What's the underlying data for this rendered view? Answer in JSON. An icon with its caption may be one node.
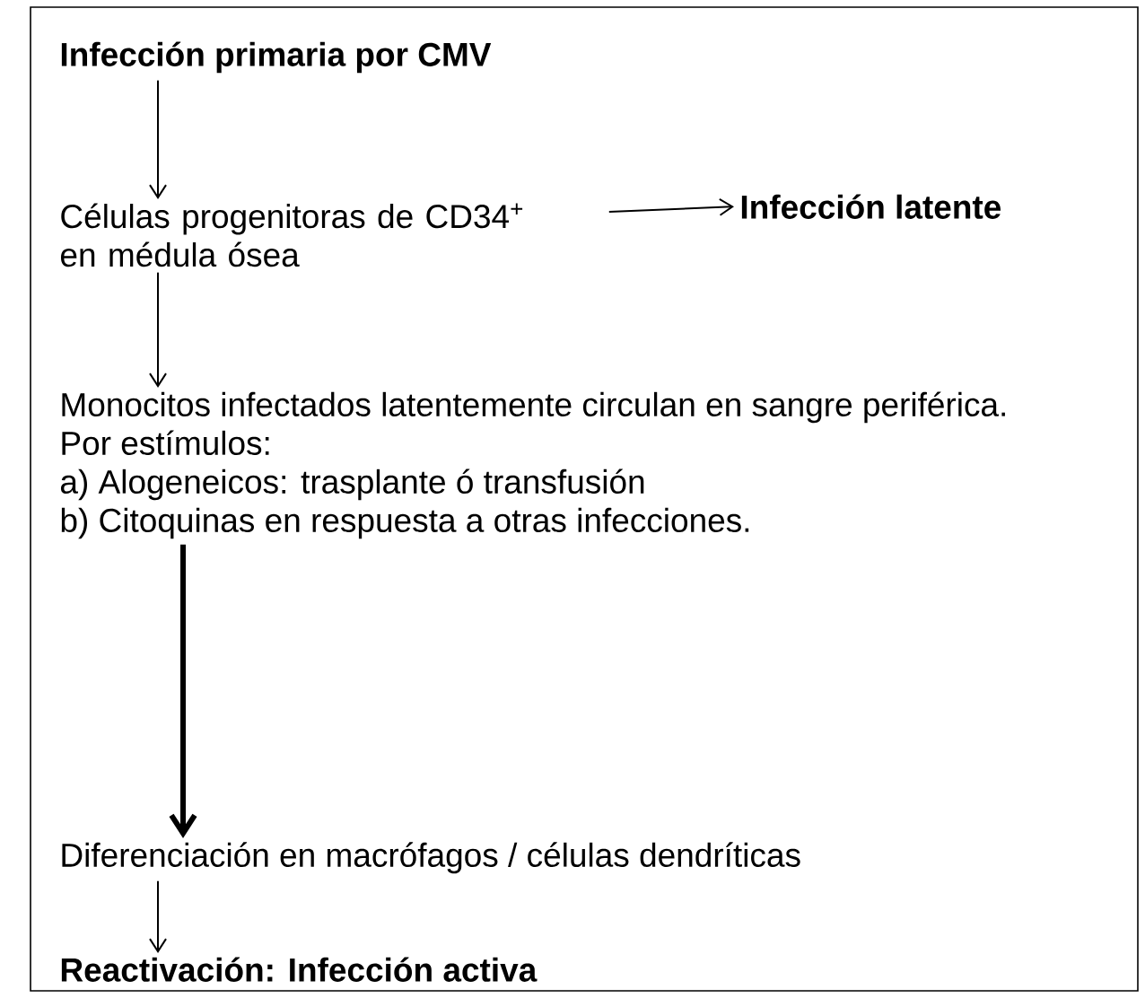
{
  "diagram": {
    "nodes": [
      {
        "text": [
          "Infección primaria por CMV"
        ]
      },
      {
        "text": [
          "Células progenitoras de CD34$^{+}$ en médula ósea"
        ]
      },
      {
        "text": [
          "Infección latente"
        ]
      },
      {
        "text": [
          "Monocitos infectados latentemente circulan en sangre periférica.",
          "Por estímulos:",
          "a) Alogeneicos: trasplante ó transfusión",
          "b) Citoquinas en respuesta a otras infecciones."
        ]
      },
      {
        "text": [
          "Diferenciación en macrófagos / células dendríticas"
        ]
      },
      {
        "text": [
          "Reactivación: Infección activa"
        ]
      }
    ],
    "edges": [
      {
        "from": 0,
        "to": 1,
        "arrow": "to"
      },
      {
        "from": 1,
        "to": 2,
        "arrow": "to"
      },
      {
        "from": 1,
        "to": 3,
        "arrow": "to"
      },
      {
        "from": 3,
        "to": 4,
        "arrow": "to",
        "style": "thick"
      },
      {
        "from": 4,
        "to": 5,
        "arrow": "to"
      }
    ]
  }
}
